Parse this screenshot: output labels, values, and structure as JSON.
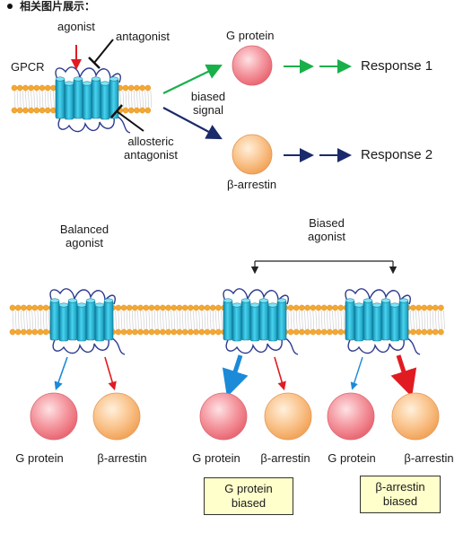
{
  "header": {
    "title": "相关图片展示："
  },
  "top": {
    "agonist": "agonist",
    "antagonist": "antagonist",
    "gpcr": "GPCR",
    "allosteric_line1": "allosteric",
    "allosteric_line2": "antagonist",
    "biased_line1": "biased",
    "biased_line2": "signal",
    "g_protein": "G protein",
    "beta_arrestin": "β-arrestin",
    "response1": "Response 1",
    "response2": "Response 2"
  },
  "bottom": {
    "balanced_line1": "Balanced",
    "balanced_line2": "agonist",
    "biased_line1": "Biased",
    "biased_line2": "agonist",
    "labels": [
      "G protein",
      "β-arrestin",
      "G protein",
      "β-arrestin",
      "G protein",
      "β-arrestin"
    ],
    "box1_line1": "G protein",
    "box1_line2": "biased",
    "box2_line1": "β-arrestin",
    "box2_line2": "biased"
  },
  "colors": {
    "green_arrow": "#19b04a",
    "navy_arrow": "#1b2a6b",
    "red_arrow": "#e11b22",
    "blue_arrow": "#1b8ad8",
    "receptor": "#2ab8d8",
    "membrane_bead": "#f3a833",
    "g_protein_fill": "#f07a84",
    "arrestin_fill": "#f7b36a",
    "box_fill": "#ffffcc"
  }
}
